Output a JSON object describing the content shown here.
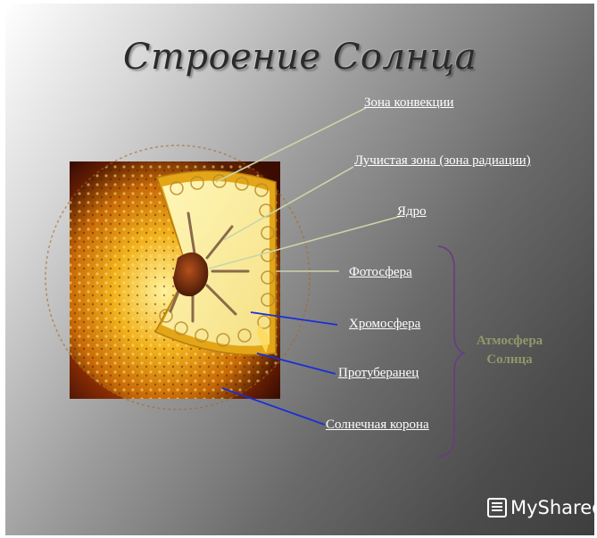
{
  "title": "Строение Солнца",
  "labels": {
    "convection_zone": "Зона конвекции",
    "radiative_zone": "Лучистая зона (зона радиации)",
    "core": "Ядро",
    "photosphere": "Фотосфера",
    "chromosphere": "Хромосфера",
    "prominence": "Протуберанец",
    "solar_corona": "Солнечная корона"
  },
  "atmosphere": {
    "line1": "Атмосфера",
    "line2": "Солнца"
  },
  "watermark": "MyShared",
  "colors": {
    "leader_light": "#c9d6a8",
    "leader_dark": "#1a2fd6",
    "brace": "#6a3a86",
    "atmosphere_text": "#8f9a6a"
  }
}
